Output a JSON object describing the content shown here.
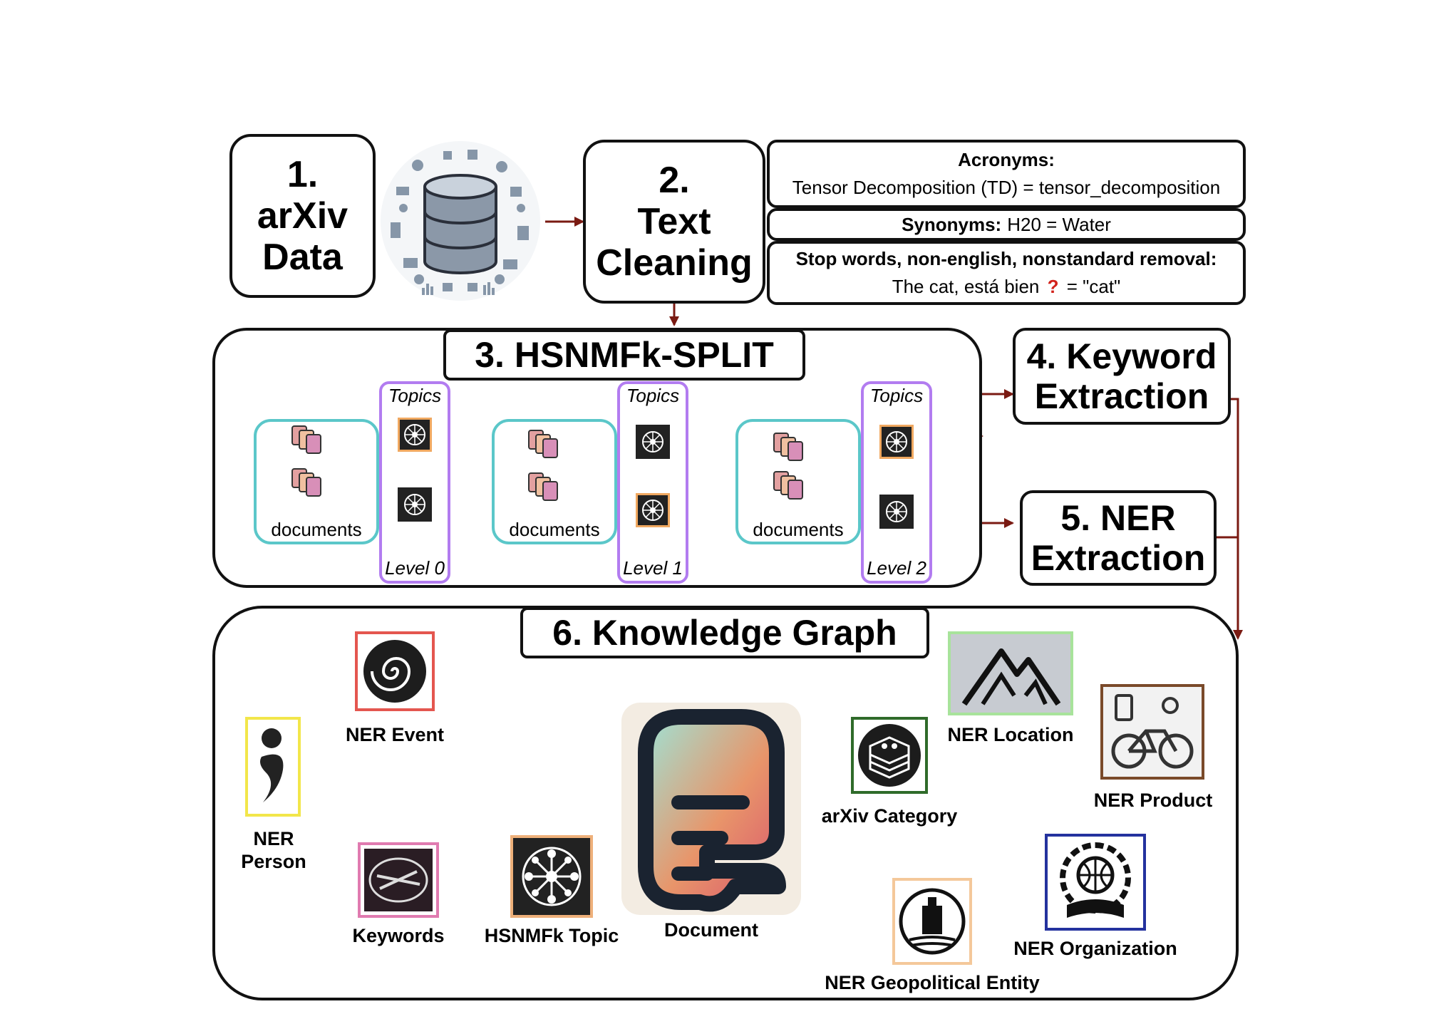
{
  "step1": {
    "number": "1.",
    "line1": "arXiv",
    "line2": "Data"
  },
  "step2": {
    "number": "2.",
    "line1": "Text",
    "line2": "Cleaning"
  },
  "cleaning": {
    "acronyms_title": "Acronyms:",
    "acronyms_example": "Tensor Decomposition (TD) = tensor_decomposition",
    "synonyms_title": "Synonyms:",
    "synonyms_example": "H20 = Water",
    "stopwords_title": "Stop words, non-english, nonstandard removal:",
    "stopwords_example_part1": "The cat, está bien",
    "stopwords_example_part2": " = \"cat\""
  },
  "step3": {
    "title": "3. HSNMFk-SPLIT",
    "levels": [
      {
        "topics_label": "Topics",
        "docs_label": "documents",
        "level_label": "Level 0"
      },
      {
        "topics_label": "Topics",
        "docs_label": "documents",
        "level_label": "Level 1"
      },
      {
        "topics_label": "Topics",
        "docs_label": "documents",
        "level_label": "Level 2"
      }
    ]
  },
  "step4": {
    "line1": "4. Keyword",
    "line2": "Extraction"
  },
  "step5": {
    "line1": "5. NER",
    "line2": "Extraction"
  },
  "step6": {
    "title": "6. Knowledge Graph",
    "nodes": {
      "ner_event": "NER Event",
      "ner_person_line1": "NER",
      "ner_person_line2": "Person",
      "keywords": "Keywords",
      "hsnmfk_topic": "HSNMFk Topic",
      "document": "Document",
      "arxiv_category": "arXiv Category",
      "ner_location": "NER Location",
      "ner_product": "NER Product",
      "ner_geopolitical": "NER Geopolitical Entity",
      "ner_organization": "NER Organization"
    }
  },
  "colors": {
    "dark_red_arrow": "#7a1a12",
    "black_arrow": "#000000",
    "teal_docs": "#5bc7c9",
    "purple_topics": "#b27cf0",
    "orange_selected": "#f0a860",
    "ner_event_border": "#e4564f",
    "ner_person_border": "#f2e64a",
    "keywords_border": "#e07bb0",
    "hsnmfk_border": "#eeb07a",
    "category_border": "#2f6b2a",
    "location_border": "#a8e39b",
    "product_border": "#7a4a2a",
    "geopolitical_border": "#f4c89a",
    "organization_border": "#24329e"
  }
}
